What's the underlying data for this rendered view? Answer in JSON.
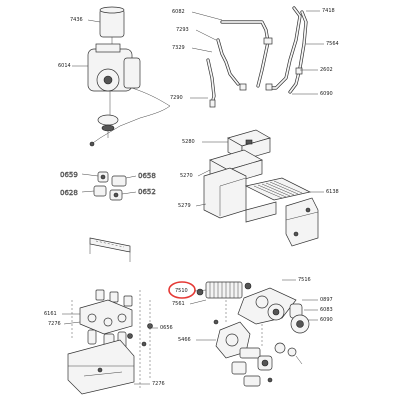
{
  "labels": {
    "pump_cap": "7436",
    "pump_body": "6014",
    "pipe_top_clip": "6082",
    "pipe_right_top": "7418",
    "pipe_a": "7293",
    "pipe_b": "7329",
    "pipe_right_mid": "7564",
    "pipe_right_low": "2602",
    "pipe_left_low": "7290",
    "pipe_right_bottom": "6090",
    "block_top": "5280",
    "block_mid": "5270",
    "block_low": "5279",
    "exchanger": "6138",
    "ring_a": "0659",
    "ring_b": "0658",
    "ring_c": "0628",
    "ring_d": "0652",
    "highlighted_part": "7510",
    "plate_right": "7516",
    "plate_sub": "7561",
    "valve_right_a": "0897",
    "valve_right_b": "6083",
    "valve_right_c": "6090",
    "valve_left": "5466",
    "manifold_a": "6161",
    "manifold_b": "7276",
    "manifold_c": "0656",
    "tray": "7276"
  },
  "highlight_color": "#e53935",
  "line_color": "#333333"
}
